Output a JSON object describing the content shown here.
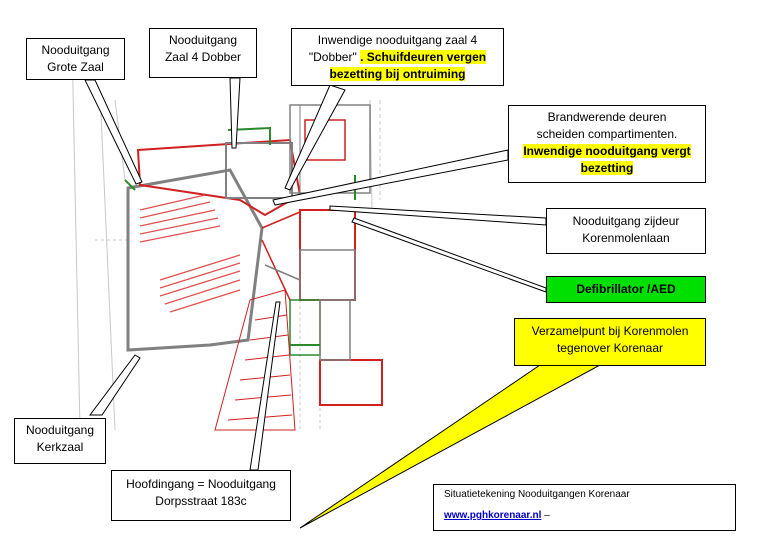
{
  "callouts": {
    "grote_zaal": {
      "line1": "Nooduitgang",
      "line2": "Grote Zaal"
    },
    "zaal4": {
      "line1": "Nooduitgang",
      "line2": "Zaal 4 Dobber"
    },
    "inwendig_zaal4": {
      "line1": "Inwendige  nooduitgang zaal 4",
      "line2a": "\"Dobber\"",
      "line2b": "Schuifdeuren  vergen",
      "line3": "bezetting bij ontruiming"
    },
    "brandwerend": {
      "line1": "Brandwerende  deuren",
      "line2": "scheiden  compartimenten.",
      "line3": "Inwendige nooduitgang vergt",
      "line4": "bezetting"
    },
    "zijdeur": {
      "line1": "Nooduitgang zijdeur",
      "line2": "Korenmolenlaan"
    },
    "aed": {
      "label": "Defibrillator /AED"
    },
    "verzamelpunt": {
      "line1": "Verzamelpunt bij Korenmolen",
      "line2": "tegenover  Korenaar"
    },
    "kerkzaal": {
      "line1": "Nooduitgang",
      "line2": "Kerkzaal"
    },
    "hoofdingang": {
      "line1": "Hoofdingang = Nooduitgang",
      "line2": "Dorpsstraat 183c"
    }
  },
  "footer": {
    "title": "Situatietekening  Nooduitgangen  Korenaar",
    "link": "www.pghkorenaar.nl",
    "suffix": " –"
  },
  "colors": {
    "walls_red": "#d02020",
    "walls_green": "#2a8a2a",
    "walls_grey": "#808080",
    "highlight_yellow": "#ffff00",
    "aed_green": "#00e000"
  }
}
